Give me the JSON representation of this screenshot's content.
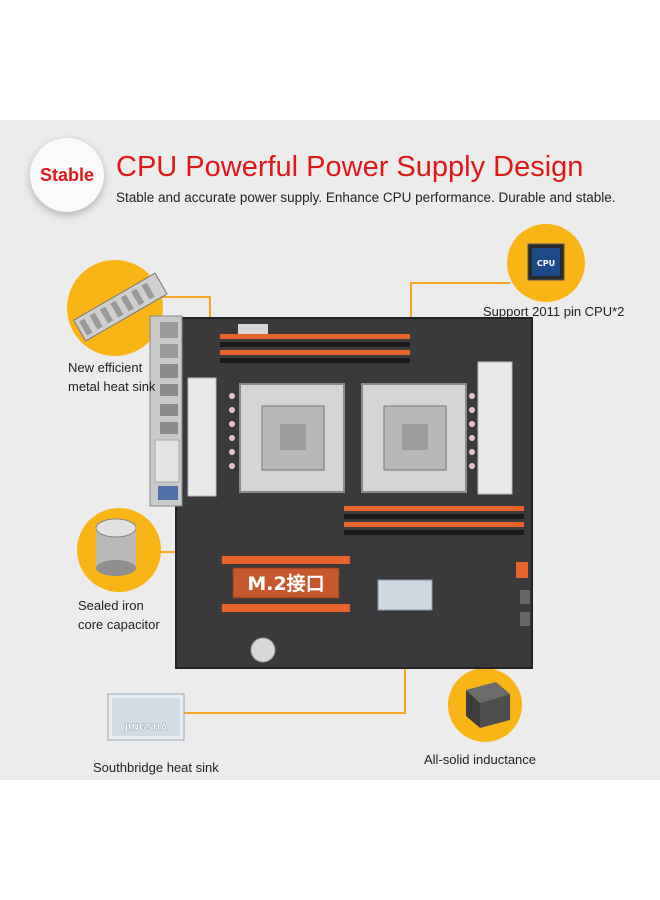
{
  "header": {
    "badge": "Stable",
    "title": "CPU Powerful Power Supply Design",
    "subtitle": "Stable and accurate power supply. Enhance CPU performance. Durable and stable."
  },
  "callouts": {
    "cpu_support": "Support 2011 pin CPU*2",
    "heat_sink_line1": "New efficient",
    "heat_sink_line2": "metal heat sink",
    "capacitor_line1": "Sealed iron",
    "capacitor_line2": "core capacitor",
    "southbridge": "Southbridge heat sink",
    "inductance": "All-solid inductance"
  },
  "icons": {
    "cpu_chip_text": "CPU",
    "southbridge_logo_text": "JINGSHA"
  },
  "board": {
    "m2_label": "M.2接口"
  },
  "colors": {
    "accent_red": "#e01818",
    "accent_orange": "#f5a623",
    "circle_yellow": "#f9b516",
    "pcb": "#3a3a3c",
    "slot_orange": "#e8642a"
  }
}
